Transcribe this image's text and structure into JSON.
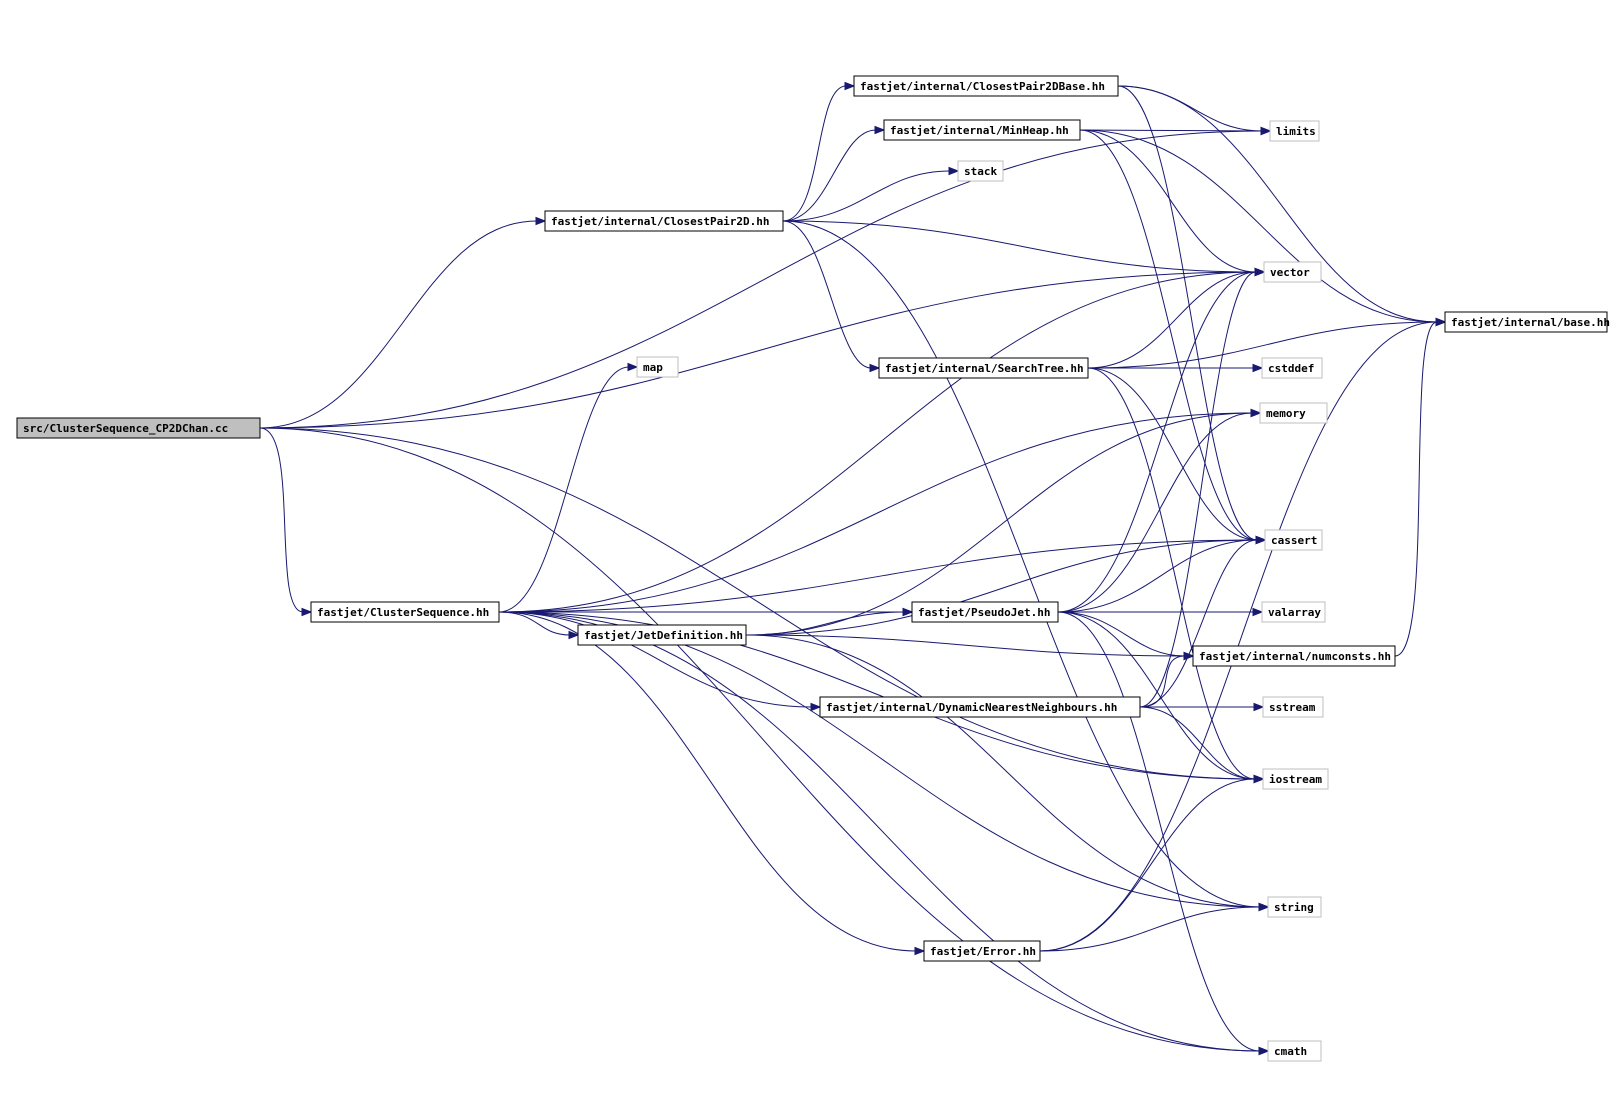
{
  "graph": {
    "nodes": [
      {
        "id": "root",
        "label": "src/ClusterSequence_CP2DChan.cc",
        "kind": "root"
      },
      {
        "id": "cp2dbase",
        "label": "fastjet/internal/ClosestPair2DBase.hh",
        "kind": "file"
      },
      {
        "id": "minheap",
        "label": "fastjet/internal/MinHeap.hh",
        "kind": "file"
      },
      {
        "id": "cp2d",
        "label": "fastjet/internal/ClosestPair2D.hh",
        "kind": "file"
      },
      {
        "id": "searchtree",
        "label": "fastjet/internal/SearchTree.hh",
        "kind": "file"
      },
      {
        "id": "cs",
        "label": "fastjet/ClusterSequence.hh",
        "kind": "file"
      },
      {
        "id": "jetdef",
        "label": "fastjet/JetDefinition.hh",
        "kind": "file"
      },
      {
        "id": "pseudojet",
        "label": "fastjet/PseudoJet.hh",
        "kind": "file"
      },
      {
        "id": "dnn",
        "label": "fastjet/internal/DynamicNearestNeighbours.hh",
        "kind": "file"
      },
      {
        "id": "error",
        "label": "fastjet/Error.hh",
        "kind": "file"
      },
      {
        "id": "numconsts",
        "label": "fastjet/internal/numconsts.hh",
        "kind": "file"
      },
      {
        "id": "base",
        "label": "fastjet/internal/base.hh",
        "kind": "file"
      },
      {
        "id": "limits",
        "label": "limits",
        "kind": "system"
      },
      {
        "id": "stack",
        "label": "stack",
        "kind": "system"
      },
      {
        "id": "vector",
        "label": "vector",
        "kind": "system"
      },
      {
        "id": "map",
        "label": "map",
        "kind": "system"
      },
      {
        "id": "cstddef",
        "label": "cstddef",
        "kind": "system"
      },
      {
        "id": "memory",
        "label": "memory",
        "kind": "system"
      },
      {
        "id": "cassert",
        "label": "cassert",
        "kind": "system"
      },
      {
        "id": "valarray",
        "label": "valarray",
        "kind": "system"
      },
      {
        "id": "sstream",
        "label": "sstream",
        "kind": "system"
      },
      {
        "id": "iostream",
        "label": "iostream",
        "kind": "system"
      },
      {
        "id": "string",
        "label": "string",
        "kind": "system"
      },
      {
        "id": "cmath",
        "label": "cmath",
        "kind": "system"
      }
    ],
    "edges": [
      [
        "root",
        "cp2d"
      ],
      [
        "root",
        "limits"
      ],
      [
        "root",
        "vector"
      ],
      [
        "root",
        "cs"
      ],
      [
        "root",
        "iostream"
      ],
      [
        "root",
        "cmath"
      ],
      [
        "cp2d",
        "cp2dbase"
      ],
      [
        "cp2d",
        "minheap"
      ],
      [
        "cp2d",
        "stack"
      ],
      [
        "cp2d",
        "vector"
      ],
      [
        "cp2d",
        "searchtree"
      ],
      [
        "cp2d",
        "string"
      ],
      [
        "cp2dbase",
        "base"
      ],
      [
        "cp2dbase",
        "limits"
      ],
      [
        "cp2dbase",
        "cassert"
      ],
      [
        "minheap",
        "limits"
      ],
      [
        "minheap",
        "vector"
      ],
      [
        "minheap",
        "cassert"
      ],
      [
        "minheap",
        "base"
      ],
      [
        "searchtree",
        "cstddef"
      ],
      [
        "searchtree",
        "vector"
      ],
      [
        "searchtree",
        "cassert"
      ],
      [
        "searchtree",
        "base"
      ],
      [
        "searchtree",
        "iostream"
      ],
      [
        "cs",
        "map"
      ],
      [
        "cs",
        "vector"
      ],
      [
        "cs",
        "memory"
      ],
      [
        "cs",
        "cassert"
      ],
      [
        "cs",
        "pseudojet"
      ],
      [
        "cs",
        "jetdef"
      ],
      [
        "cs",
        "dnn"
      ],
      [
        "cs",
        "iostream"
      ],
      [
        "cs",
        "error"
      ],
      [
        "cs",
        "string"
      ],
      [
        "cs",
        "cmath"
      ],
      [
        "jetdef",
        "pseudojet"
      ],
      [
        "jetdef",
        "memory"
      ],
      [
        "jetdef",
        "cassert"
      ],
      [
        "jetdef",
        "numconsts"
      ],
      [
        "jetdef",
        "string"
      ],
      [
        "pseudojet",
        "vector"
      ],
      [
        "pseudojet",
        "cassert"
      ],
      [
        "pseudojet",
        "valarray"
      ],
      [
        "pseudojet",
        "numconsts"
      ],
      [
        "pseudojet",
        "memory"
      ],
      [
        "pseudojet",
        "iostream"
      ],
      [
        "pseudojet",
        "cmath"
      ],
      [
        "dnn",
        "vector"
      ],
      [
        "dnn",
        "cassert"
      ],
      [
        "dnn",
        "sstream"
      ],
      [
        "dnn",
        "numconsts"
      ],
      [
        "dnn",
        "iostream"
      ],
      [
        "error",
        "iostream"
      ],
      [
        "error",
        "string"
      ],
      [
        "error",
        "base"
      ],
      [
        "numconsts",
        "base"
      ]
    ]
  }
}
